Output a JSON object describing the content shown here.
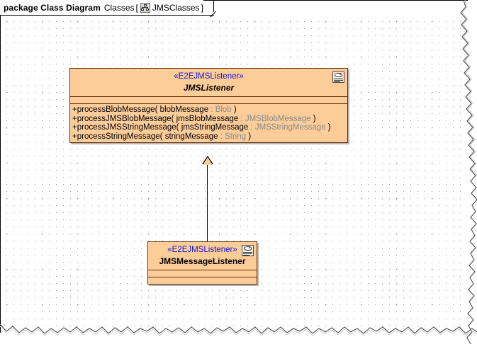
{
  "diagram": {
    "header": {
      "keyword": "package Class Diagram",
      "package_name": "Classes",
      "bracket_open": "[",
      "bracket_close": "]",
      "diagram_name": "JMSClasses",
      "icon": "class-diagram-icon"
    },
    "colors": {
      "class_fill": "#fccc99",
      "class_border": "#66310a",
      "stereotype_text": "#1515cf",
      "class_name_text": "#000000",
      "param_type_text": "#8a8a8a",
      "grid_dot": "#9a9a9a",
      "frame_line": "#000000"
    },
    "classes": [
      {
        "id": "jmslistener",
        "stereotype": "«E2EJMSListener»",
        "name": "JMSListener",
        "abstract": true,
        "icon": "ejb-stereotype-icon",
        "attributes": [],
        "operations": [
          {
            "visibility": "+",
            "name": "processBlobMessage",
            "param_name": "blobMessage",
            "param_type": "Blob",
            "signature": "+processBlobMessage( blobMessage : Blob )"
          },
          {
            "visibility": "+",
            "name": "processJMSBlobMessage",
            "param_name": "jmsBlobMessage",
            "param_type": "JMSBlobMessage",
            "signature": "+processJMSBlobMessage( jmsBlobMessage : JMSBlobMessage )"
          },
          {
            "visibility": "+",
            "name": "processJMSStringMessage",
            "param_name": "jmsStringMessage",
            "param_type": "JMSStringMessage",
            "signature": "+processJMSStringMessage( jmsStringMessage : JMSStringMessage )"
          },
          {
            "visibility": "+",
            "name": "processStringMessage",
            "param_name": "stringMessage",
            "param_type": "String",
            "signature": "+processStringMessage( stringMessage : String )"
          }
        ]
      },
      {
        "id": "jmsmessagelistener",
        "stereotype": "«E2EJMSListener»",
        "name": "JMSMessageListener",
        "abstract": false,
        "icon": "ejb-stereotype-icon",
        "attributes": [],
        "operations": []
      }
    ],
    "relationships": [
      {
        "type": "generalization",
        "source": "JMSMessageListener",
        "target": "JMSListener",
        "arrow": "hollow-triangle"
      }
    ]
  }
}
